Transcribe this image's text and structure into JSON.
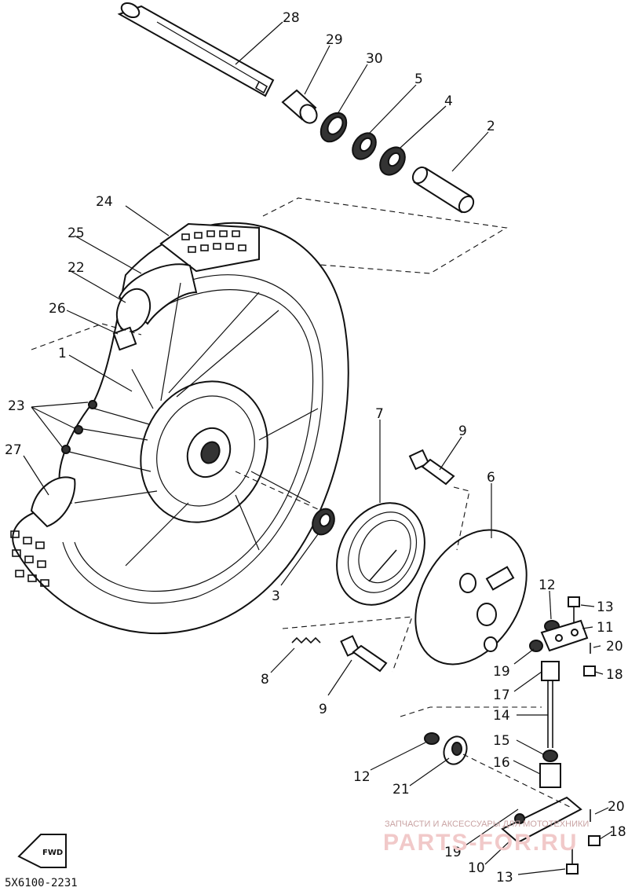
{
  "labels": {
    "l28": "28",
    "l29": "29",
    "l30": "30",
    "l5": "5",
    "l4": "4",
    "l2": "2",
    "l24": "24",
    "l25": "25",
    "l22": "22",
    "l26": "26",
    "l1": "1",
    "l23": "23",
    "l27": "27",
    "l7": "7",
    "l9a": "9",
    "l6": "6",
    "l3": "3",
    "l12a": "12",
    "l13a": "13",
    "l11": "11",
    "l20a": "20",
    "l19a": "19",
    "l18a": "18",
    "l17": "17",
    "l8": "8",
    "l9b": "9",
    "l14": "14",
    "l15": "15",
    "l12b": "12",
    "l16": "16",
    "l21": "21",
    "l20b": "20",
    "l18b": "18",
    "l19b": "19",
    "l10": "10",
    "l13b": "13"
  },
  "diagram_code": "5X6100-2231",
  "direction_marker": "FWD",
  "watermark": {
    "line1": "ЗАПЧАСТИ И АКСЕССУАРЫ ДЛЯ МОТОТЕХНИКИ",
    "line2": "PARTS-FOR.RU"
  }
}
